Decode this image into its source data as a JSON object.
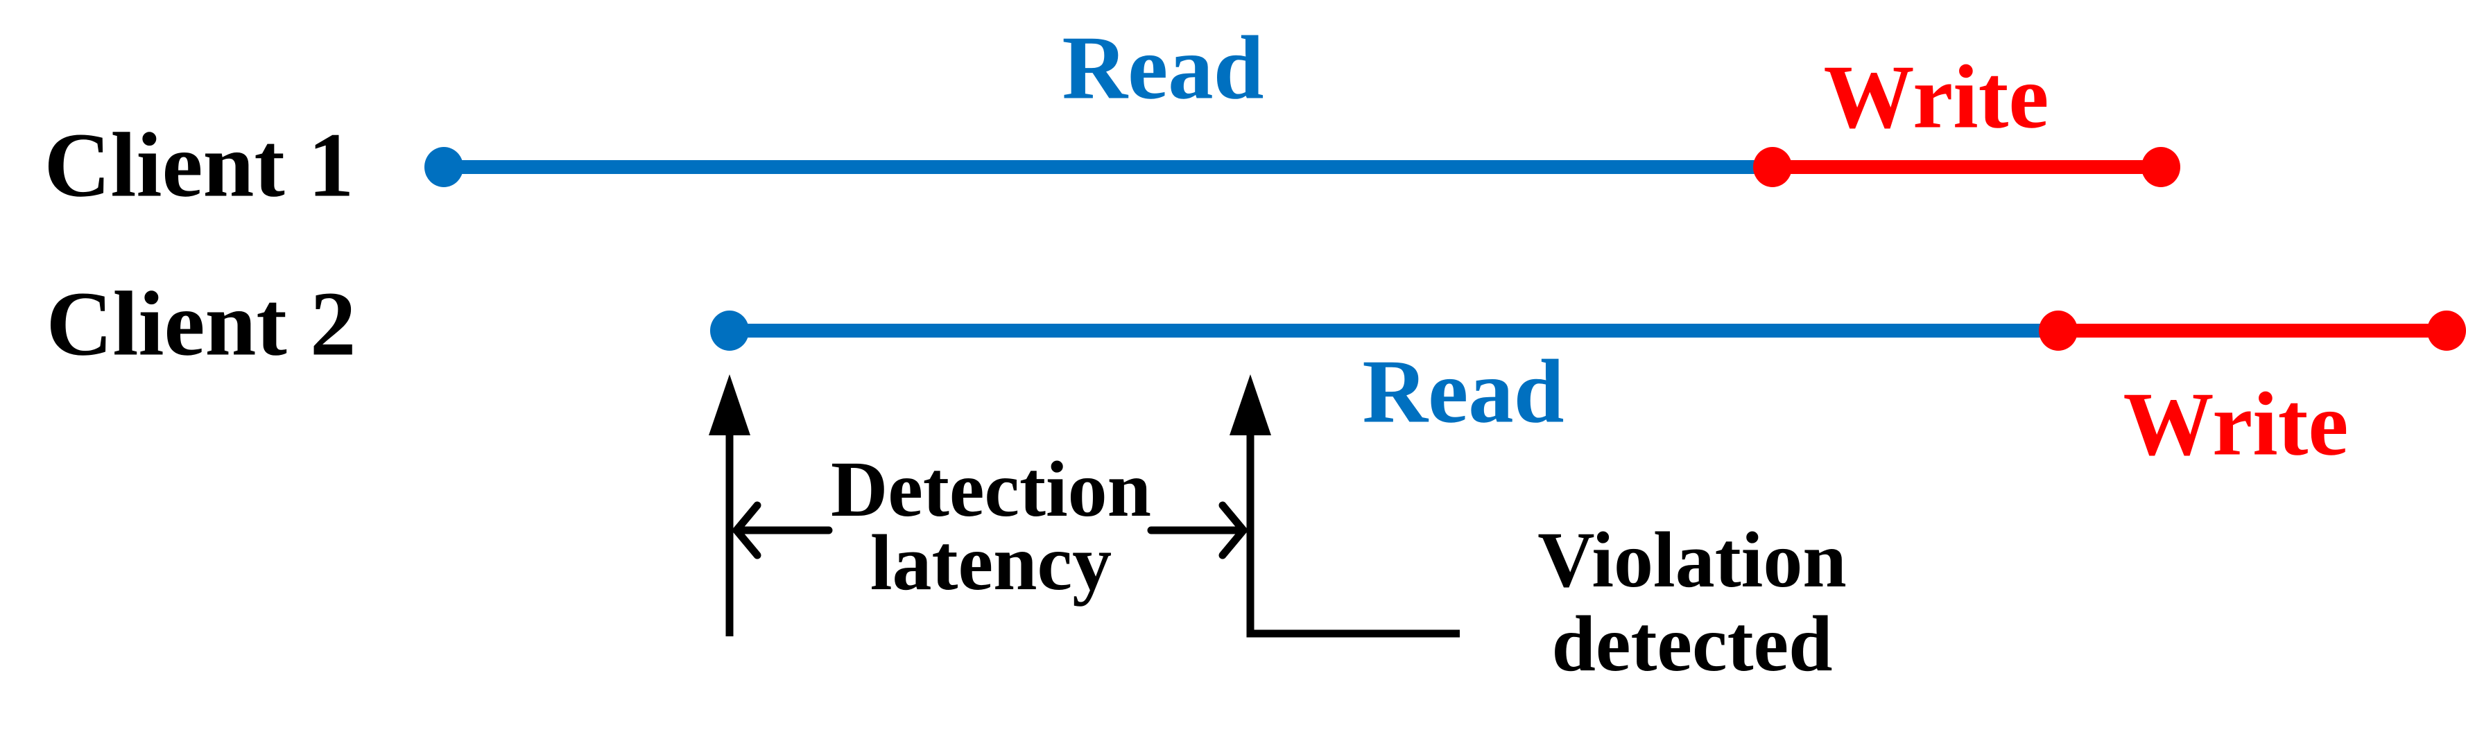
{
  "colors": {
    "read": "#0070C0",
    "write": "#FF0000",
    "annotation": "#000000",
    "background": "#FFFFFF"
  },
  "clients": [
    {
      "label": "Client 1",
      "read_label": "Read",
      "write_label": "Write"
    },
    {
      "label": "Client 2",
      "read_label": "Read",
      "write_label": "Write"
    }
  ],
  "annotations": {
    "detection_latency": {
      "line1": "Detection",
      "line2": "latency"
    },
    "violation_detected": {
      "line1": "Violation",
      "line2": "detected"
    }
  }
}
